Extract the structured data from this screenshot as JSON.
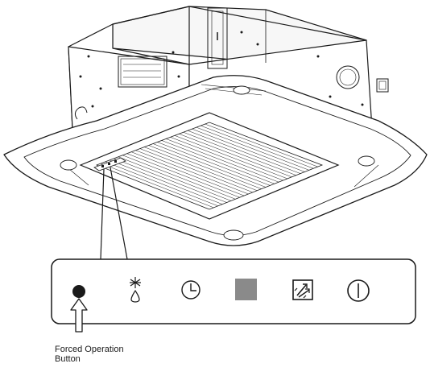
{
  "callout": {
    "line1": "Forced Operation",
    "line2": "Button"
  },
  "panel": {
    "indicators": [
      {
        "name": "forced-operation-button",
        "icon": "filled-circle-icon"
      },
      {
        "name": "defrost-indicator",
        "icon": "snowflake-drop-icon"
      },
      {
        "name": "timer-indicator",
        "icon": "clock-icon"
      },
      {
        "name": "signal-receiver",
        "icon": "grey-square-icon"
      },
      {
        "name": "filter-indicator",
        "icon": "filter-arrows-icon"
      },
      {
        "name": "operation-indicator",
        "icon": "power-icon"
      }
    ],
    "receiver_color": "#8a8a8a"
  }
}
